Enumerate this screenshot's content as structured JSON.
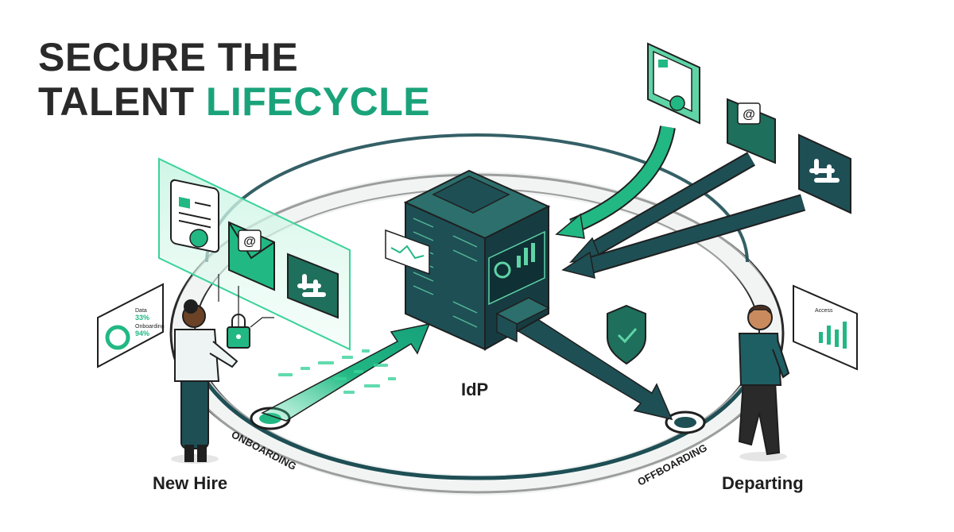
{
  "title": {
    "line1": "SECURE THE",
    "line2_plain": "TALENT ",
    "line2_accent": "LIFECYCLE"
  },
  "labels": {
    "idp": "IdP",
    "new_hire": "New Hire",
    "departing": "Departing",
    "onboarding": "ONBOARDING",
    "offboarding": "OFFBOARDING"
  },
  "dashboard_left": {
    "line1": "Data",
    "value1": "33%",
    "line2": "Onboarding",
    "value2": "94%"
  },
  "dashboard_right": {
    "line1": "Access"
  },
  "server_label": "IdP",
  "icons": [
    "contract-icon",
    "email-icon",
    "slack-icon",
    "lock-icon",
    "shield-check-icon"
  ],
  "colors": {
    "accent": "#1aa37a",
    "dark_teal": "#1e4f55",
    "mint": "#5fd4a6",
    "ink": "#1f1f1f"
  }
}
